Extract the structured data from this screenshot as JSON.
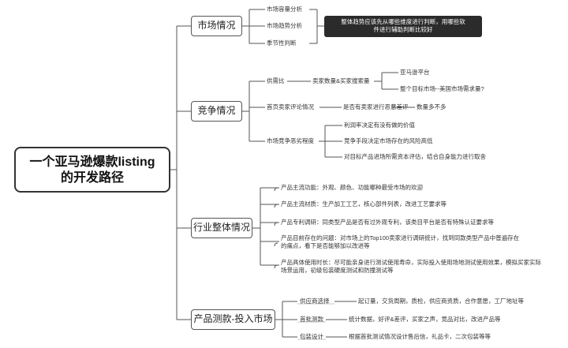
{
  "root": {
    "line1": "一个亚马逊爆款listing",
    "line2": "的开发路径"
  },
  "callout": {
    "line1": "整体趋势应该先从哪些维度进行判断，用哪些软",
    "line2": "件进行辅助判断比较好"
  },
  "market": {
    "title": "市场情况",
    "items": [
      "市场容量分析",
      "市场趋势分析",
      "季节性判断"
    ]
  },
  "competition": {
    "title": "竞争情况",
    "demand_label": "供需比",
    "demand_sub": "卖家数量&买家搜索量",
    "demand_leaves": [
      "亚马逊平台",
      "整个目标市场--美国市场需求量?"
    ],
    "reviews_label": "首页卖家评论情况",
    "reviews_sub": "是否有卖家进行恶意差评",
    "reviews_leaf": "数量多不多",
    "vicious_label": "市场竞争恶劣程度",
    "vicious_leaves": [
      "利润率决定有没有做的价值",
      "竞争手段决定市场存在的风险高低",
      "对目标产品进场所需资本评估，结合自身能力进行取舍"
    ]
  },
  "industry": {
    "title": "行业整体情况",
    "items": [
      {
        "line1": "产品主流功能：外观、颜色、功能哪种最受市场的欢迎",
        "line2": ""
      },
      {
        "line1": "产品主流材质：生产加工工艺，核心部件列表，改进工艺要求等",
        "line2": ""
      },
      {
        "line1": "产品专利调研：同类型产品是否有过外观专利，该类目平台是否有特殊认证要求等",
        "line2": ""
      },
      {
        "line1": "产品目前存在的问题：对市场上的Top100卖家进行调研统计，找到同款类型产品中普遍存在",
        "line2": "的痛点，看下是否能够加以改进等"
      },
      {
        "line1": "产品具体使用时长：尽可能亲身进行测试使用寿命，实际投入使用场地测试使用效果，模拟买家实际",
        "line2": "场景运用，初级包装硬度测试和防撞测试等"
      }
    ]
  },
  "launch": {
    "title": "产品测款-投入市场",
    "rows": [
      {
        "label": "供应商选择",
        "detail": "起订量，交货周期，质检，供应商资质，合作意愿，工厂地址等"
      },
      {
        "label": "首批测款",
        "detail": "统计数据，好评&差评，买家之声，竞品对比，改进产品等"
      },
      {
        "label": "包装设计",
        "detail": "根据首批测试情况设计售后信，礼品卡，二次包装等等"
      }
    ]
  }
}
